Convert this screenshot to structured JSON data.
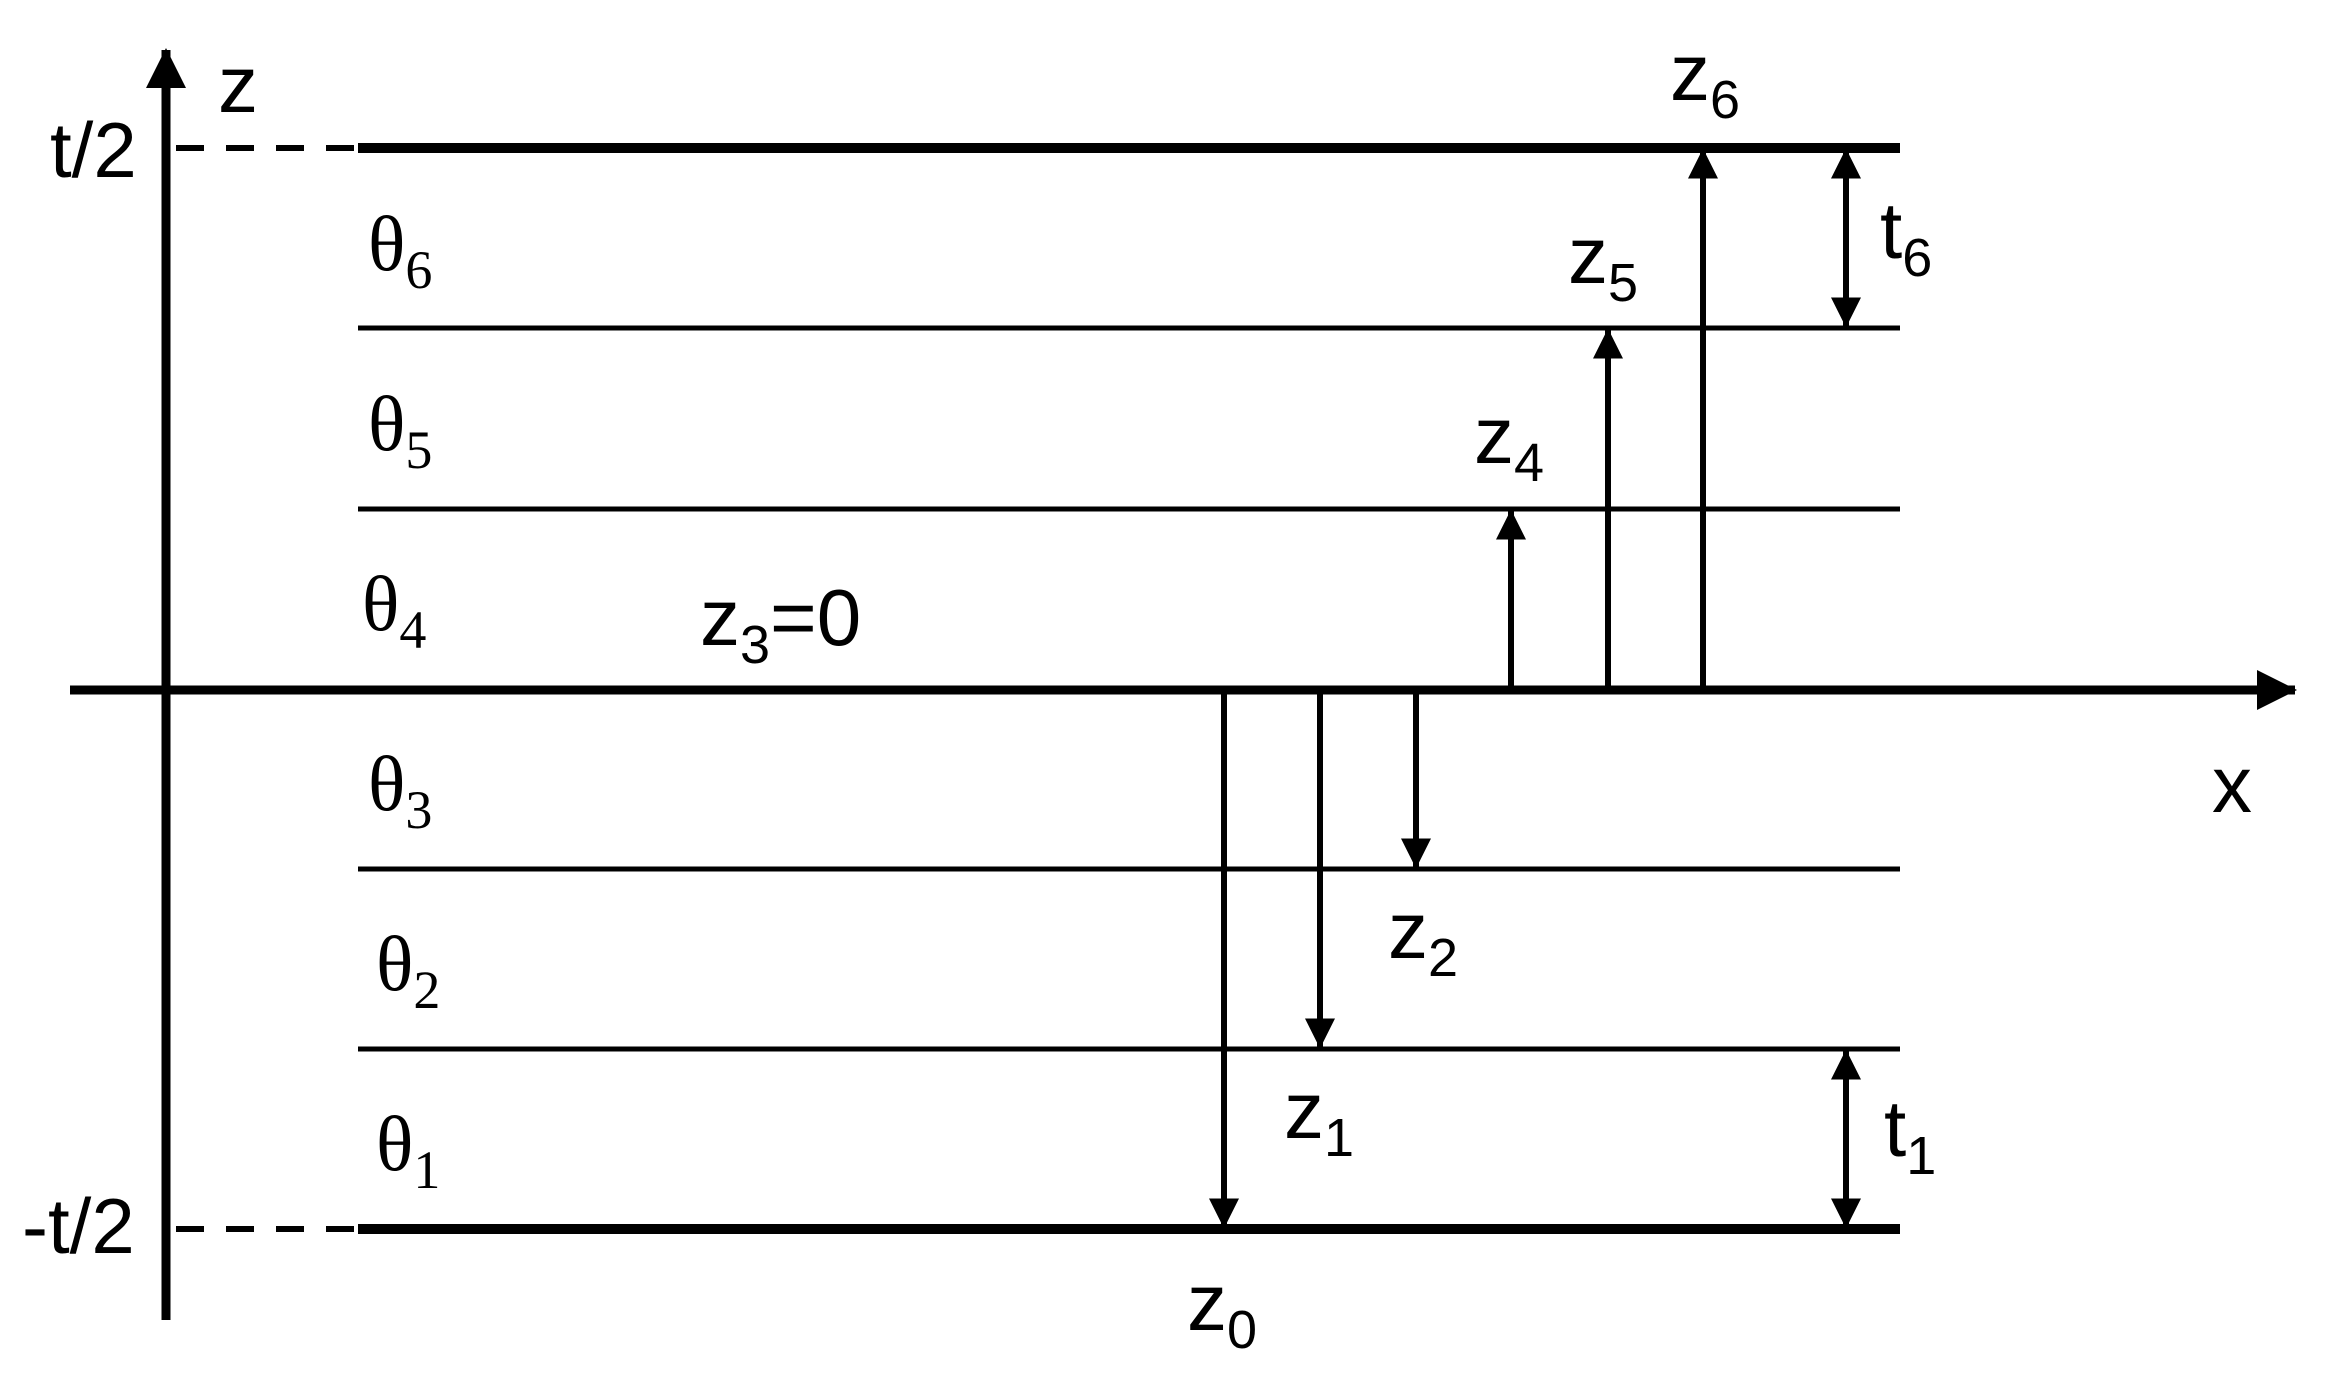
{
  "axes": {
    "z_label": "z",
    "x_label": "x",
    "top_tick": "t/2",
    "bottom_tick": "-t/2"
  },
  "layers": [
    {
      "symbol": "θ",
      "index": "6"
    },
    {
      "symbol": "θ",
      "index": "5"
    },
    {
      "symbol": "θ",
      "index": "4"
    },
    {
      "symbol": "θ",
      "index": "3"
    },
    {
      "symbol": "θ",
      "index": "2"
    },
    {
      "symbol": "θ",
      "index": "1"
    }
  ],
  "interfaces": {
    "z6": {
      "symbol": "z",
      "index": "6"
    },
    "z5": {
      "symbol": "z",
      "index": "5"
    },
    "z4": {
      "symbol": "z",
      "index": "4"
    },
    "z3": {
      "symbol": "z",
      "index": "3",
      "suffix": "=0"
    },
    "z2": {
      "symbol": "z",
      "index": "2"
    },
    "z1": {
      "symbol": "z",
      "index": "1"
    },
    "z0": {
      "symbol": "z",
      "index": "0"
    }
  },
  "thickness": {
    "t6": {
      "symbol": "t",
      "index": "6"
    },
    "t1": {
      "symbol": "t",
      "index": "1"
    }
  },
  "colors": {
    "ink": "#000000",
    "background": "#ffffff"
  }
}
